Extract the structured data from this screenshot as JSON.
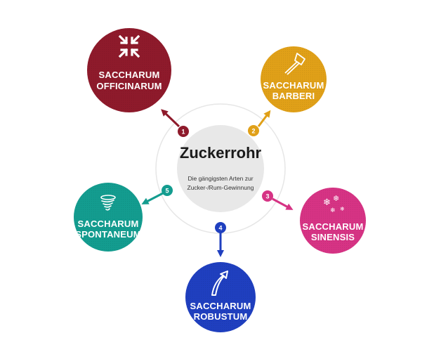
{
  "center": {
    "title": "Zuckerrohr",
    "subtitle_line1": "Die gängigsten Arten zur",
    "subtitle_line2": "Zucker-/Rum-Gewinnung"
  },
  "nodes": [
    {
      "number": "1",
      "line1": "SACCHARUM",
      "line2": "OFFICINARUM",
      "color": "#8e1a2b",
      "icon": "compress-arrows-icon"
    },
    {
      "number": "2",
      "line1": "SACCHARUM",
      "line2": "BARBERI",
      "color": "#e0a018",
      "icon": "axe-icon"
    },
    {
      "number": "3",
      "line1": "SACCHARUM",
      "line2": "SINENSIS",
      "color": "#d63384",
      "icon": "snowflakes-icon"
    },
    {
      "number": "4",
      "line1": "SACCHARUM",
      "line2": "ROBUSTUM",
      "color": "#1f3fbf",
      "icon": "curved-arrow-up-icon"
    },
    {
      "number": "5",
      "line1": "SACCHARUM",
      "line2": "SPONTANEUM",
      "color": "#139c8f",
      "icon": "tornado-icon"
    }
  ]
}
